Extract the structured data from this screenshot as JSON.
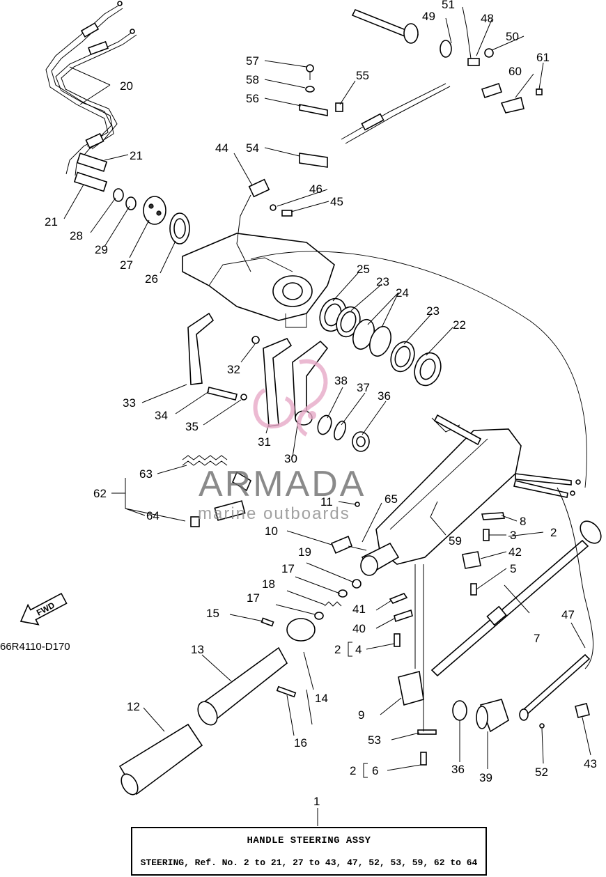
{
  "diagram": {
    "callouts": [
      "1",
      "2",
      "3",
      "4",
      "5",
      "6",
      "7",
      "8",
      "9",
      "10",
      "11",
      "12",
      "13",
      "14",
      "15",
      "16",
      "17",
      "18",
      "19",
      "20",
      "21",
      "22",
      "23",
      "24",
      "25",
      "26",
      "27",
      "28",
      "29",
      "30",
      "31",
      "32",
      "33",
      "34",
      "35",
      "36",
      "37",
      "38",
      "39",
      "40",
      "41",
      "42",
      "43",
      "44",
      "45",
      "46",
      "47",
      "48",
      "49",
      "50",
      "51",
      "52",
      "53",
      "54",
      "55",
      "56",
      "57",
      "58",
      "59",
      "60",
      "61",
      "62",
      "63",
      "64",
      "65"
    ],
    "diagram_code": "66R4110-D170",
    "fwd_label": "FWD",
    "watermark": {
      "brand": "ARMADA",
      "tagline": "marine outboards",
      "logo": "armada-seahorse-logo"
    }
  },
  "legend": {
    "line1": "HANDLE STEERING ASSY",
    "line2": "STEERING, Ref. No. 2 to 21, 27 to 43, 47, 52, 53, 59, 62 to 64"
  }
}
